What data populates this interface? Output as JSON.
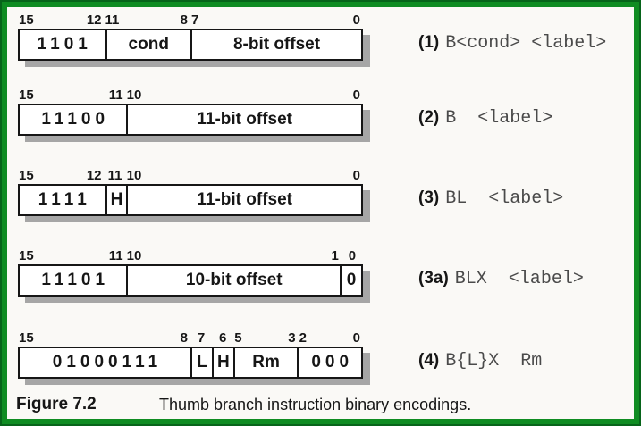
{
  "figure": {
    "caption_label": "Figure 7.2",
    "caption_text": "Thumb branch instruction binary encodings."
  },
  "colors": {
    "green": "#0f8c22",
    "green_dark": "#07641a",
    "bg": "#faf9f6",
    "ink": "#161616",
    "shadow": "#a6a6a6",
    "type": "#4a4a4a"
  },
  "encodings": [
    {
      "id": "1",
      "label_number": "(1)",
      "mnemonic": "B<cond> <label>",
      "fields": [
        {
          "text": "1101",
          "bits": 4,
          "binary": true
        },
        {
          "text": "cond",
          "bits": 4
        },
        {
          "text": "8-bit offset",
          "bits": 8
        }
      ],
      "bit_markers": [
        {
          "text": "15",
          "pos": 0,
          "align": "left"
        },
        {
          "text": "12",
          "pos": 4,
          "align": "right"
        },
        {
          "text": "11",
          "pos": 4,
          "align": "left"
        },
        {
          "text": "8",
          "pos": 8,
          "align": "right"
        },
        {
          "text": "7",
          "pos": 8,
          "align": "left"
        },
        {
          "text": "0",
          "pos": 16,
          "align": "right"
        }
      ]
    },
    {
      "id": "2",
      "label_number": "(2)",
      "mnemonic": "B  <label>",
      "fields": [
        {
          "text": "11100",
          "bits": 5,
          "binary": true
        },
        {
          "text": "11-bit offset",
          "bits": 11
        }
      ],
      "bit_markers": [
        {
          "text": "15",
          "pos": 0,
          "align": "left"
        },
        {
          "text": "11",
          "pos": 5,
          "align": "right"
        },
        {
          "text": "10",
          "pos": 5,
          "align": "left"
        },
        {
          "text": "0",
          "pos": 16,
          "align": "right"
        }
      ]
    },
    {
      "id": "3",
      "label_number": "(3)",
      "mnemonic": "BL  <label>",
      "fields": [
        {
          "text": "1111",
          "bits": 4,
          "binary": true
        },
        {
          "text": "H",
          "bits": 1
        },
        {
          "text": "11-bit offset",
          "bits": 11
        }
      ],
      "bit_markers": [
        {
          "text": "15",
          "pos": 0,
          "align": "left"
        },
        {
          "text": "12",
          "pos": 4,
          "align": "right"
        },
        {
          "text": "11",
          "pos": 4.5,
          "align": "center"
        },
        {
          "text": "10",
          "pos": 5,
          "align": "left"
        },
        {
          "text": "0",
          "pos": 16,
          "align": "right"
        }
      ]
    },
    {
      "id": "3a",
      "label_number": "(3a)",
      "mnemonic": "BLX  <label>",
      "fields": [
        {
          "text": "11101",
          "bits": 5,
          "binary": true
        },
        {
          "text": "10-bit offset",
          "bits": 10
        },
        {
          "text": "0",
          "bits": 1,
          "binary": true
        }
      ],
      "bit_markers": [
        {
          "text": "15",
          "pos": 0,
          "align": "left"
        },
        {
          "text": "11",
          "pos": 5,
          "align": "right"
        },
        {
          "text": "10",
          "pos": 5,
          "align": "left"
        },
        {
          "text": "1",
          "pos": 15,
          "align": "right"
        },
        {
          "text": "0",
          "pos": 15.5,
          "align": "center"
        }
      ]
    },
    {
      "id": "4",
      "label_number": "(4)",
      "mnemonic": "B{L}X  Rm",
      "fields": [
        {
          "text": "01000111",
          "bits": 8,
          "binary": true
        },
        {
          "text": "L",
          "bits": 1
        },
        {
          "text": "H",
          "bits": 1
        },
        {
          "text": "Rm",
          "bits": 3
        },
        {
          "text": "000",
          "bits": 3,
          "binary": true
        }
      ],
      "bit_markers": [
        {
          "text": "15",
          "pos": 0,
          "align": "left"
        },
        {
          "text": "8",
          "pos": 8,
          "align": "right"
        },
        {
          "text": "7",
          "pos": 8.5,
          "align": "center"
        },
        {
          "text": "6",
          "pos": 9.5,
          "align": "center"
        },
        {
          "text": "5",
          "pos": 10,
          "align": "left"
        },
        {
          "text": "3",
          "pos": 13,
          "align": "right"
        },
        {
          "text": "2",
          "pos": 13,
          "align": "left"
        },
        {
          "text": "0",
          "pos": 16,
          "align": "right"
        }
      ]
    }
  ]
}
